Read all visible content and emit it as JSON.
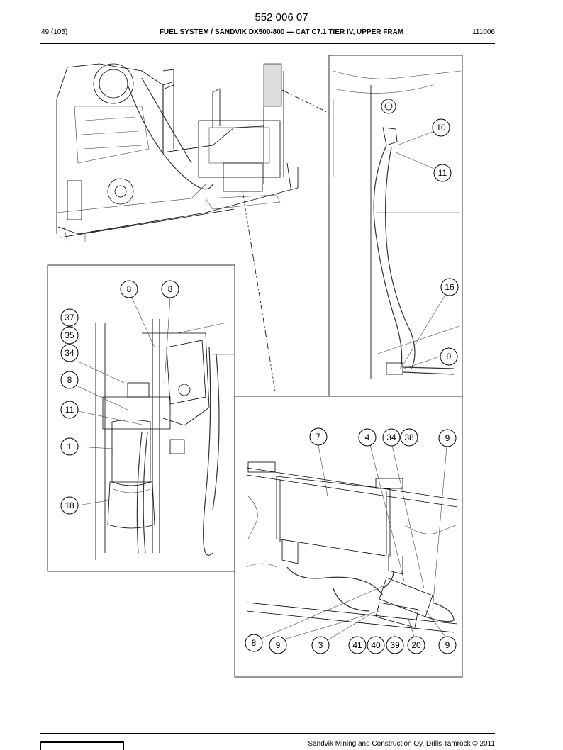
{
  "header": {
    "doc_number": "552 006 07",
    "page": "49 (105)",
    "title": "FUEL SYSTEM / SANDVIK DX500-800 --- CAT C7.1 TIER IV, UPPER FRAM",
    "code": "111006"
  },
  "footer": {
    "copyright": "Sandvik Mining and Construction Oy, Drills Tamrock © 2011"
  },
  "callouts": {
    "top_right": [
      "10",
      "11",
      "16",
      "9"
    ],
    "left": [
      "8",
      "8",
      "37",
      "35",
      "34",
      "8",
      "11",
      "1",
      "18"
    ],
    "bottom_right_top": [
      "7",
      "4",
      "34",
      "38",
      "9"
    ],
    "bottom_right_bottom": [
      "8",
      "9",
      "3",
      "41",
      "40",
      "39",
      "20",
      "9"
    ]
  }
}
